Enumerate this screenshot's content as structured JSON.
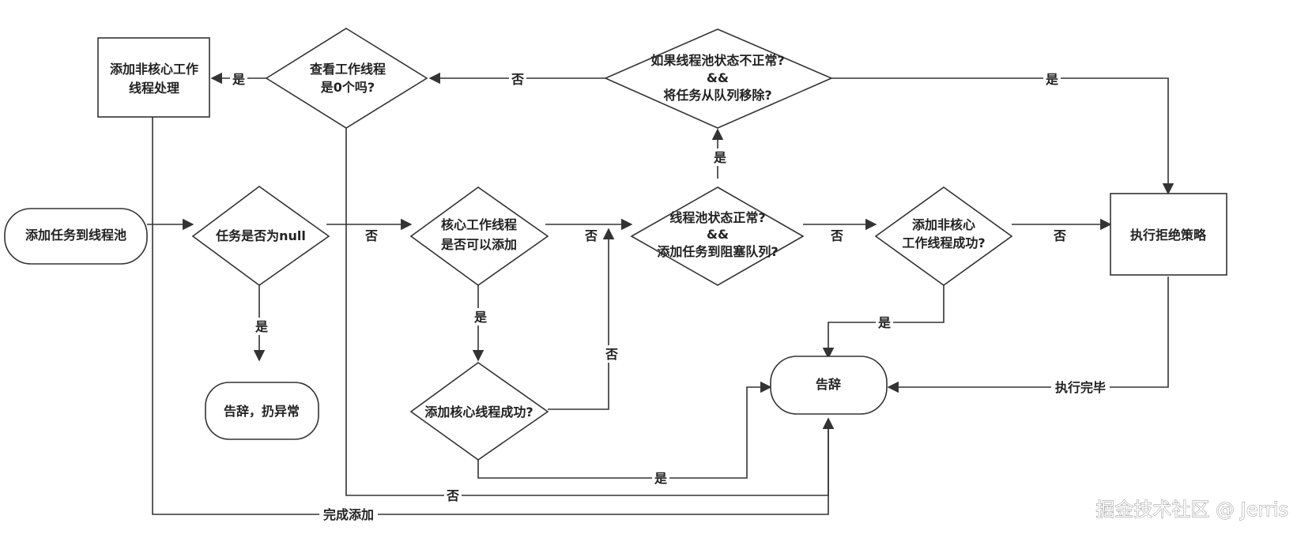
{
  "nodes": {
    "start": "添加任务到线程池",
    "null_check": "任务是否为null",
    "reject_throw": "告辞，扔异常",
    "core_check": [
      "核心工作线程",
      "是否可以添加"
    ],
    "core_add": "添加核心线程成功?",
    "pool_queue": [
      "线程池状态正常?",
      "&&",
      "添加任务到阻塞队列?"
    ],
    "abnormal_remove": [
      "如果线程池状态不正常?",
      "&&",
      "将任务从队列移除?"
    ],
    "zero_workers": [
      "查看工作线程",
      "是0个吗?"
    ],
    "add_noncore_box": [
      "添加非核心工作",
      "线程处理"
    ],
    "noncore_success": [
      "添加非核心",
      "工作线程成功?"
    ],
    "reject_policy": "执行拒绝策略",
    "end": "告辞"
  },
  "edge_labels": {
    "null_no": "否",
    "null_yes": "是",
    "core_no": "否",
    "core_yes": "是",
    "core_add_no": "否",
    "core_add_yes": "是",
    "queue_yes": "是",
    "queue_no": "否",
    "abnormal_yes": "是",
    "abnormal_no": "否",
    "zero_yes": "是",
    "zero_no": "否",
    "noncore_no": "否",
    "noncore_yes": "是",
    "reject_done": "执行完毕",
    "add_done": "完成添加"
  },
  "watermark": "掘金技术社区 @ Jerris"
}
